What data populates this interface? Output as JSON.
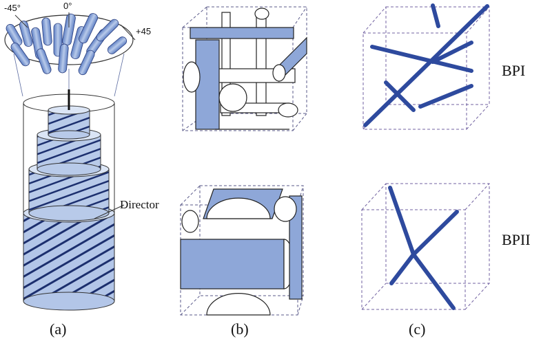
{
  "panel_a": {
    "caption": "(a)",
    "angle_labels": {
      "left": "-45°",
      "center": "0°",
      "right": "+45"
    },
    "director_label": "Director"
  },
  "panel_b": {
    "caption": "(b)"
  },
  "panel_c": {
    "caption": "(c)",
    "phase_top": "BPI",
    "phase_bottom": "BPII"
  },
  "colors": {
    "fill_light": "#9ab2dc",
    "fill_mid": "#7b97cf",
    "rod": "#2e4a9e",
    "dash": "#6a5fa0",
    "line": "#222222"
  }
}
